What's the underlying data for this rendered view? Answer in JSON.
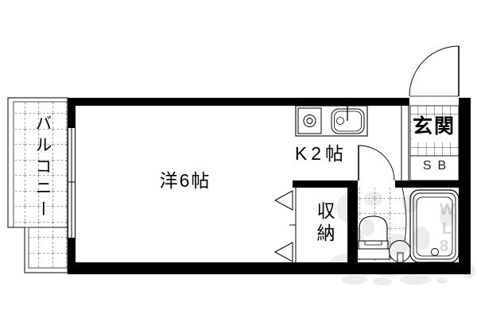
{
  "plan": {
    "type": "apartment-floor-plan",
    "rooms": {
      "balcony": {
        "label": "バルコニー"
      },
      "living": {
        "label": "洋6帖"
      },
      "kitchen": {
        "label": "K2帖"
      },
      "entrance": {
        "label": "玄関"
      },
      "shoebox": {
        "label": "SB"
      },
      "closet": {
        "label": "収納"
      }
    },
    "icons": {
      "stove": "stove-burner-icon",
      "sink": "kitchen-sink-icon",
      "toilet": "toilet-icon",
      "washbasin": "round-washbasin-icon",
      "bathtub": "bathtub-icon",
      "entrance_door": "door-swing-arc-icon",
      "bathroom_door": "door-swing-arc-icon",
      "closet_door": "folding-door-triangles-icon",
      "window": "sliding-window-icon"
    },
    "watermark": {
      "letters": [
        "W",
        "L",
        "8"
      ]
    },
    "colors": {
      "wall": "#000000",
      "line": "#000000",
      "background": "#ffffff",
      "watermark": "#dedede"
    }
  }
}
